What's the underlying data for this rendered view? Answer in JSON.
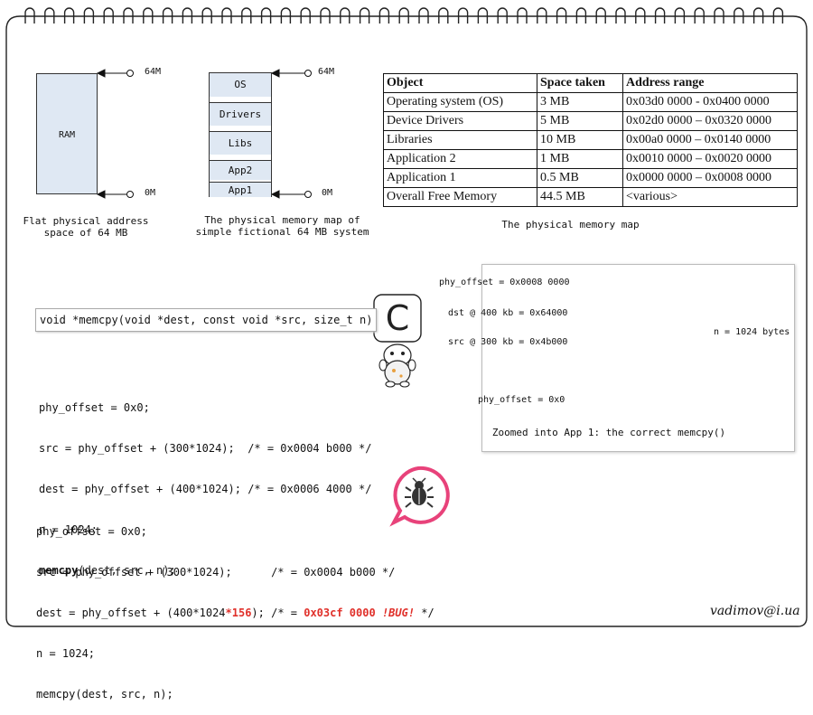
{
  "ram_diagram": {
    "ram_label": "RAM",
    "top_marker": "64M",
    "bottom_marker": "0M",
    "caption_line1": "Flat physical address",
    "caption_line2": "space of 64 MB"
  },
  "memmap_diagram": {
    "segments": [
      "OS",
      "Drivers",
      "Libs",
      "App2",
      "App1"
    ],
    "top_marker": "64M",
    "bottom_marker": "0M",
    "caption_line1": "The physical memory map of",
    "caption_line2": "simple fictional 64 MB system"
  },
  "table": {
    "headers": [
      "Object",
      "Space taken",
      "Address range"
    ],
    "rows": [
      [
        "Operating system (OS)",
        "3 MB",
        "0x03d0 0000 - 0x0400 0000"
      ],
      [
        "Device Drivers",
        "5 MB",
        "0x02d0 0000 – 0x0320 0000"
      ],
      [
        "Libraries",
        "10 MB",
        "0x00a0 0000 – 0x0140 0000"
      ],
      [
        "Application 2",
        "1 MB",
        "0x0010 0000 – 0x0020 0000"
      ],
      [
        "Application 1",
        "0.5 MB",
        "0x0000 0000 – 0x0008 0000"
      ],
      [
        "Overall Free Memory",
        "44.5 MB",
        "<various>"
      ]
    ],
    "caption": "The physical memory map"
  },
  "signature": "void *memcpy(void *dest, const void *src, size_t n)",
  "correct_code": [
    "phy_offset = 0x0;",
    "src = phy_offset + (300*1024);  /* = 0x0004 b000 */",
    "dest = phy_offset + (400*1024); /* = 0x0006 4000 */",
    "n = 1024;"
  ],
  "correct_call": {
    "fn": "memcpy",
    "args": "(dest, src, n);"
  },
  "zoom": {
    "labels": {
      "phy_offset_top": "phy_offset = 0x0008 0000",
      "dest": "dst @ 400 kb = 0x64000",
      "src": "src @ 300 kb = 0x4b000",
      "phy_offset_bottom": "phy_offset = 0x0",
      "n": "n = 1024 bytes"
    },
    "caption": "Zoomed into App 1: the correct memcpy()"
  },
  "buggy_code": {
    "line1": "phy_offset = 0x0;",
    "line2": "src = phy_offset + (300*1024);      /* = 0x0004 b000 */",
    "line3_pre": "dest = phy_offset + (400*1024",
    "line3_bug": "*156",
    "line3_mid": "); /* = ",
    "line3_addr": "0x03cf 0000",
    "line3_space": " ",
    "line3_tag": "!BUG!",
    "line3_end": " */",
    "line4": "n = 1024;",
    "line5": "memcpy(dest, src, n);"
  },
  "c_logo_letter": "C",
  "author": "vadimov@i.ua",
  "colors": {
    "segment_fill": "#dfe8f3",
    "bug_red": "#e0302a",
    "bug_pink": "#e8427a",
    "orange": "#f39a2c"
  }
}
